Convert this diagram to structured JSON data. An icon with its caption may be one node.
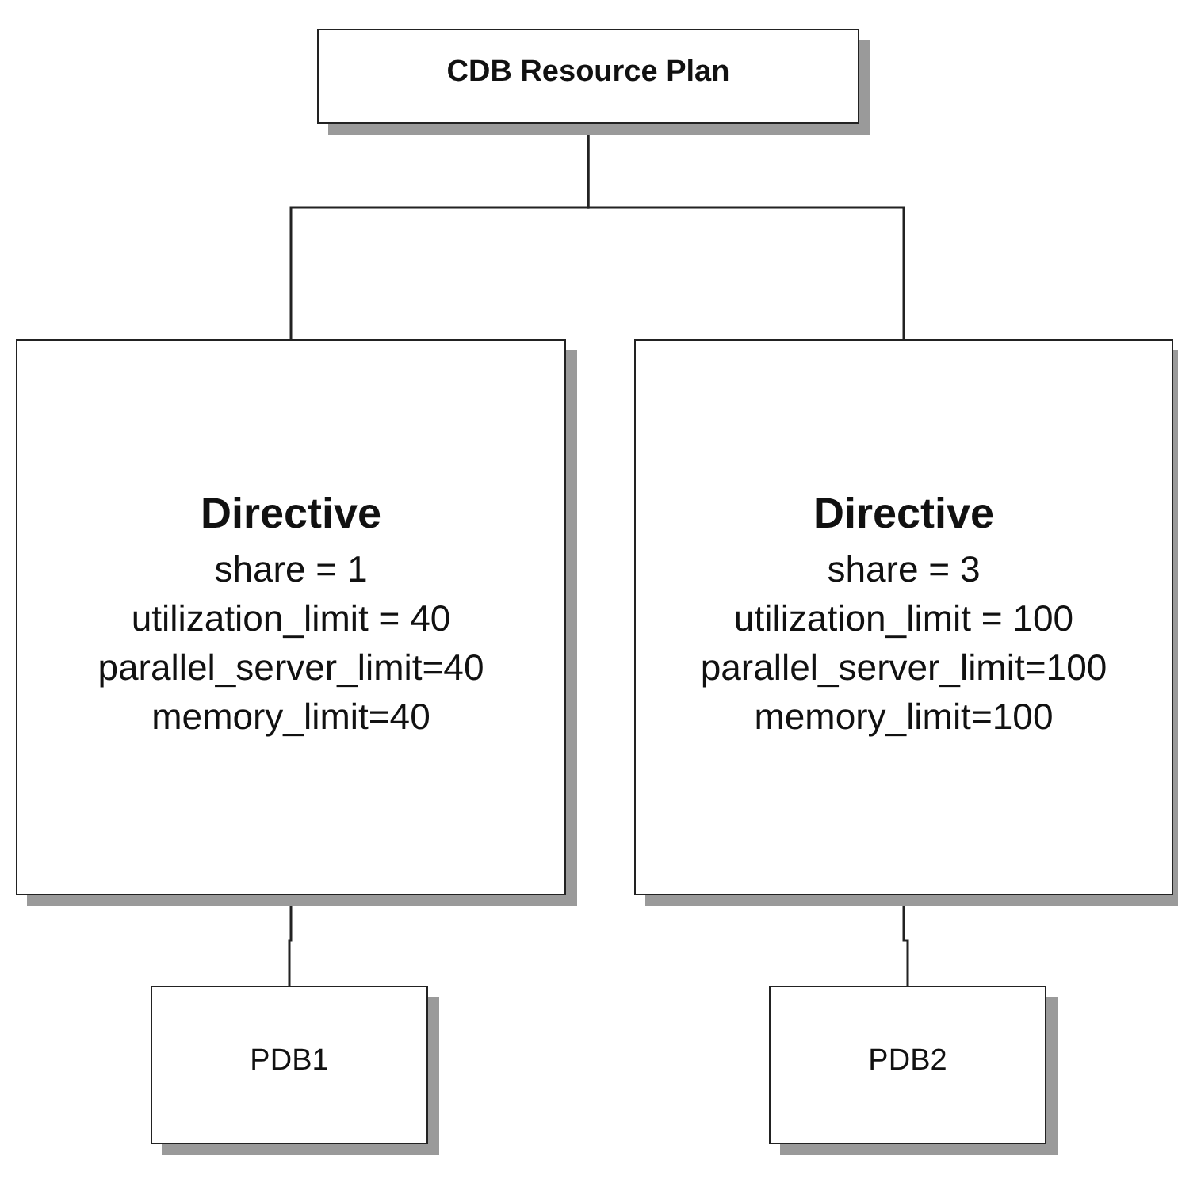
{
  "diagram": {
    "nodes": [
      {
        "text": [
          "CDB Resource Plan"
        ]
      },
      {
        "text": [
          "Directive",
          "share = 1",
          "utilization_limit = 40",
          "parallel_server_limit=40",
          "memory_limit=40"
        ]
      },
      {
        "text": [
          "Directive",
          "share = 3",
          "utilization_limit = 100",
          "parallel_server_limit=100",
          "memory_limit=100"
        ]
      },
      {
        "text": [
          "PDB1"
        ]
      },
      {
        "text": [
          "PDB2"
        ]
      }
    ],
    "edges": [
      {
        "from": 0,
        "to": 1,
        "arrow": "none"
      },
      {
        "from": 0,
        "to": 2,
        "arrow": "none"
      },
      {
        "from": 1,
        "to": 3,
        "arrow": "none"
      },
      {
        "from": 2,
        "to": 4,
        "arrow": "none"
      }
    ]
  }
}
